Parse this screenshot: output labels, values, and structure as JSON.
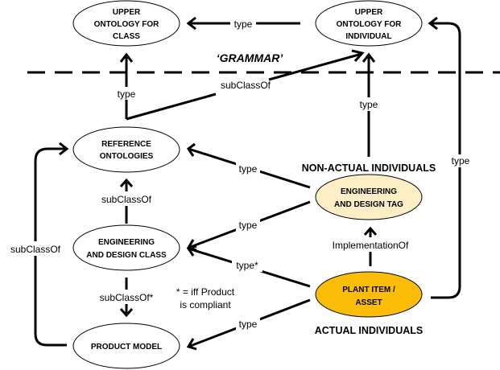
{
  "colors": {
    "default_node_fill": "#ffffff",
    "tag_node_fill": "#fdeec6",
    "asset_node_fill": "#fbbd07",
    "line": "#000000"
  },
  "separator": {
    "label": "‘GRAMMAR’"
  },
  "nodes": {
    "upper_class": {
      "lines": [
        "UPPER",
        "ONTOLOGY FOR",
        "CLASS"
      ]
    },
    "upper_individual": {
      "lines": [
        "UPPER",
        "ONTOLOGY FOR",
        "INDIVIDUAL"
      ]
    },
    "reference": {
      "lines": [
        "REFERENCE",
        "ONTOLOGIES"
      ]
    },
    "eng_class": {
      "lines": [
        "ENGINEERING",
        "AND DESIGN CLASS"
      ]
    },
    "product_model": {
      "lines": [
        "PRODUCT MODEL"
      ]
    },
    "eng_tag": {
      "lines": [
        "ENGINEERING",
        "AND DESIGN TAG"
      ]
    },
    "plant_item": {
      "lines": [
        "PLANT ITEM /",
        "ASSET"
      ]
    }
  },
  "section_labels": {
    "non_actual": "NON-ACTUAL INDIVIDUALS",
    "actual": "ACTUAL INDIVIDUALS"
  },
  "edges": {
    "upper_ind_to_upper_class": "type",
    "reference_to_upper_class": "type",
    "reference_to_upper_ind": "subClassOf",
    "tag_to_upper_ind": "type",
    "asset_to_upper_ind": "type",
    "eng_class_to_reference": "subClassOf",
    "product_to_reference": "subClassOf",
    "eng_class_to_product": "subClassOf*",
    "tag_to_reference": "type",
    "tag_to_eng_class": "type",
    "asset_to_eng_class": "type*",
    "asset_to_product": "type",
    "asset_to_tag": "ImplementationOf"
  },
  "note": {
    "lines": [
      "* = iff Product",
      "is compliant"
    ]
  }
}
